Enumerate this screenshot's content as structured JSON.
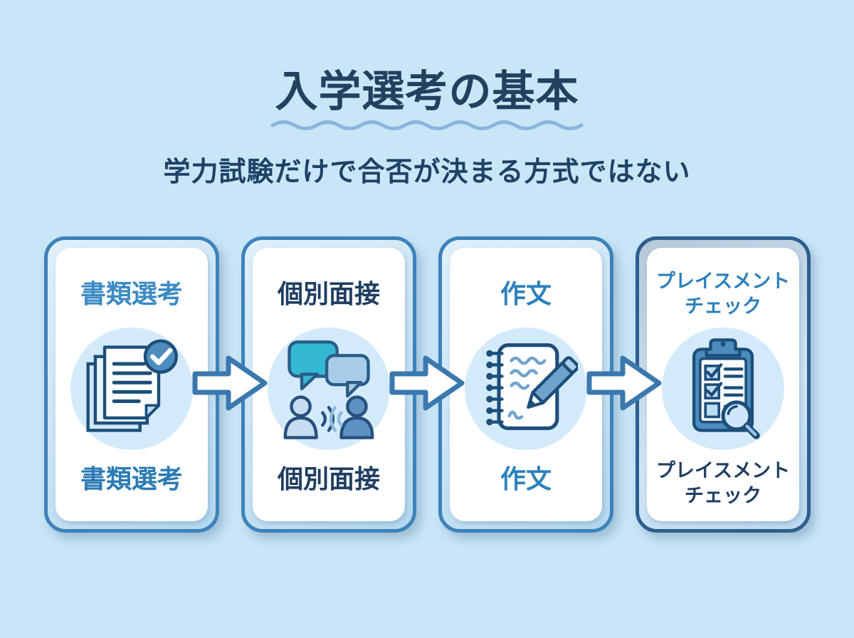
{
  "colors": {
    "background": "#c9e6f7",
    "title": "#21415f",
    "subtitle": "#1e4165",
    "underline": "#8ab5dc",
    "arrow_outline": "#3a78ae",
    "arrow_fill": "#ffffff",
    "card_border": "#3d82ba",
    "card_border_last": "#2d5e8c",
    "icon_circle_bg": "#d3eafb"
  },
  "header": {
    "title": "入学選考の基本",
    "subtitle": "学力試験だけで合否が決まる方式ではない"
  },
  "steps": [
    {
      "id": "documents",
      "top_label": "書類選考",
      "bottom_label": "書類選考",
      "icon": "documents-check-icon",
      "top_label_color": "#3a8ac4",
      "bottom_label_color": "#2b7ab4",
      "border_color": "#3d82ba"
    },
    {
      "id": "interview",
      "top_label": "個別面接",
      "bottom_label": "個別面接",
      "icon": "speech-people-icon",
      "top_label_color": "#1f3e61",
      "bottom_label_color": "#1f3e61",
      "border_color": "#3d82ba"
    },
    {
      "id": "essay",
      "top_label": "作文",
      "bottom_label": "作文",
      "icon": "notebook-pencil-icon",
      "top_label_color": "#2b80bb",
      "bottom_label_color": "#2b80bb",
      "border_color": "#3d82ba"
    },
    {
      "id": "placement-check",
      "top_label": "プレイスメント\nチェック",
      "bottom_label": "プレイスメント\nチェック",
      "icon": "clipboard-magnifier-icon",
      "top_label_color": "#2b80bb",
      "bottom_label_color": "#1f3e61",
      "border_color": "#2d5e8c"
    }
  ]
}
